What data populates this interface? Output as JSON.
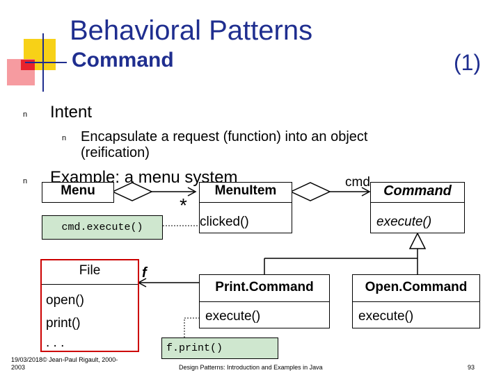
{
  "title": {
    "line1": "Behavioral Patterns",
    "line2": "Command",
    "number": "(1)"
  },
  "bullets": {
    "marker": "n",
    "intent": "Intent",
    "intent_sub_line1": "Encapsulate a request (function) into an object",
    "intent_sub_line2": "(reification)",
    "example": "Example: a menu system"
  },
  "diagram": {
    "menu": "Menu",
    "menu_item": "MenuItem",
    "multiplicity": "*",
    "clicked": "clicked()",
    "cmd_label": "cmd",
    "command": "Command",
    "command_execute": "execute()",
    "note_execute": "cmd.execute()",
    "file": "File",
    "file_ops": [
      "open()",
      "print()",
      ". . ."
    ],
    "f_label": "f",
    "print_command": "Print.Command",
    "print_execute": "execute()",
    "open_command": "Open.Command",
    "open_execute": "execute()",
    "note_print": "f.print()"
  },
  "footer": {
    "copyright_line1": "19/03/2018© Jean-Paul Rigault, 2000-",
    "copyright_line2": "2003",
    "course": "Design Patterns: Introduction and Examples in Java",
    "page": "93"
  },
  "colors": {
    "title": "#1f2e8f",
    "note_fill": "#cfe7cf",
    "file_border": "#cc0000",
    "accent_yellow": "#f7d117",
    "accent_red": "#e8232d"
  }
}
